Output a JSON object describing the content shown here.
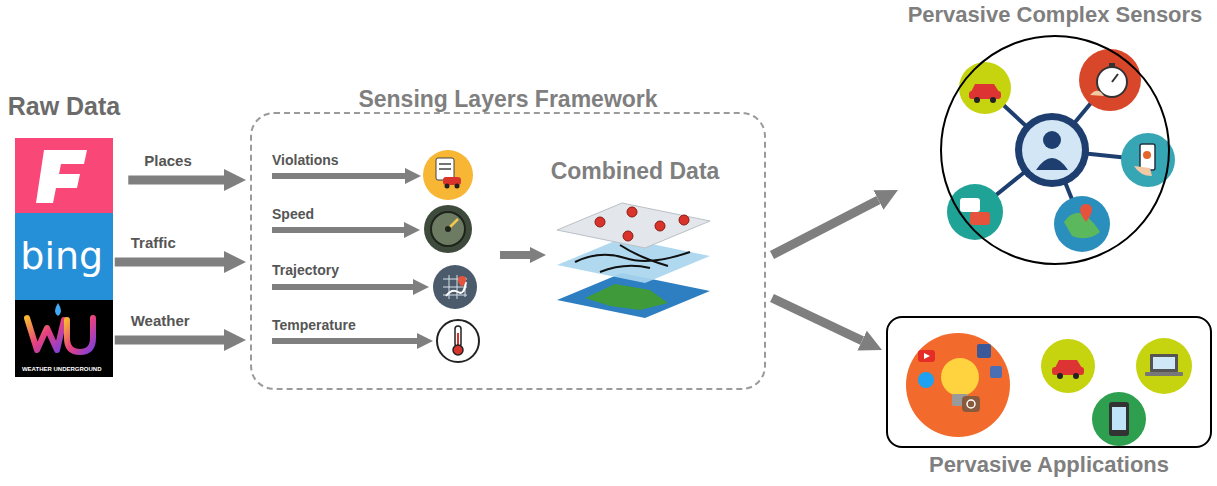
{
  "diagram": {
    "nodes": [
      {
        "text": [
          "Raw Data"
        ]
      },
      {
        "text": [
          "bing"
        ],
        "in": 0
      },
      {
        "text": [
          "WEATHER UNDERGROUND"
        ],
        "in": 0
      },
      {
        "text": [
          "Sensing Layers Framework"
        ]
      },
      {
        "text": [
          "Combined Data"
        ],
        "in": 3
      },
      {
        "text": [
          "Pervasive Complex Sensors"
        ]
      },
      {
        "text": [
          "Pervasive Applications"
        ]
      }
    ],
    "edges": [
      {
        "from": 0,
        "to": 3,
        "arrow": "to",
        "label": "Places"
      },
      {
        "from": 1,
        "to": 3,
        "arrow": "to",
        "label": "Traffic"
      },
      {
        "from": 2,
        "to": 3,
        "arrow": "to",
        "label": "Weather"
      },
      {
        "from": 3,
        "to": 5,
        "arrow": "to"
      },
      {
        "from": 3,
        "to": 6,
        "arrow": "to"
      }
    ],
    "labels": [
      "Violations",
      "Speed",
      "Trajectory",
      "Temperature"
    ]
  }
}
